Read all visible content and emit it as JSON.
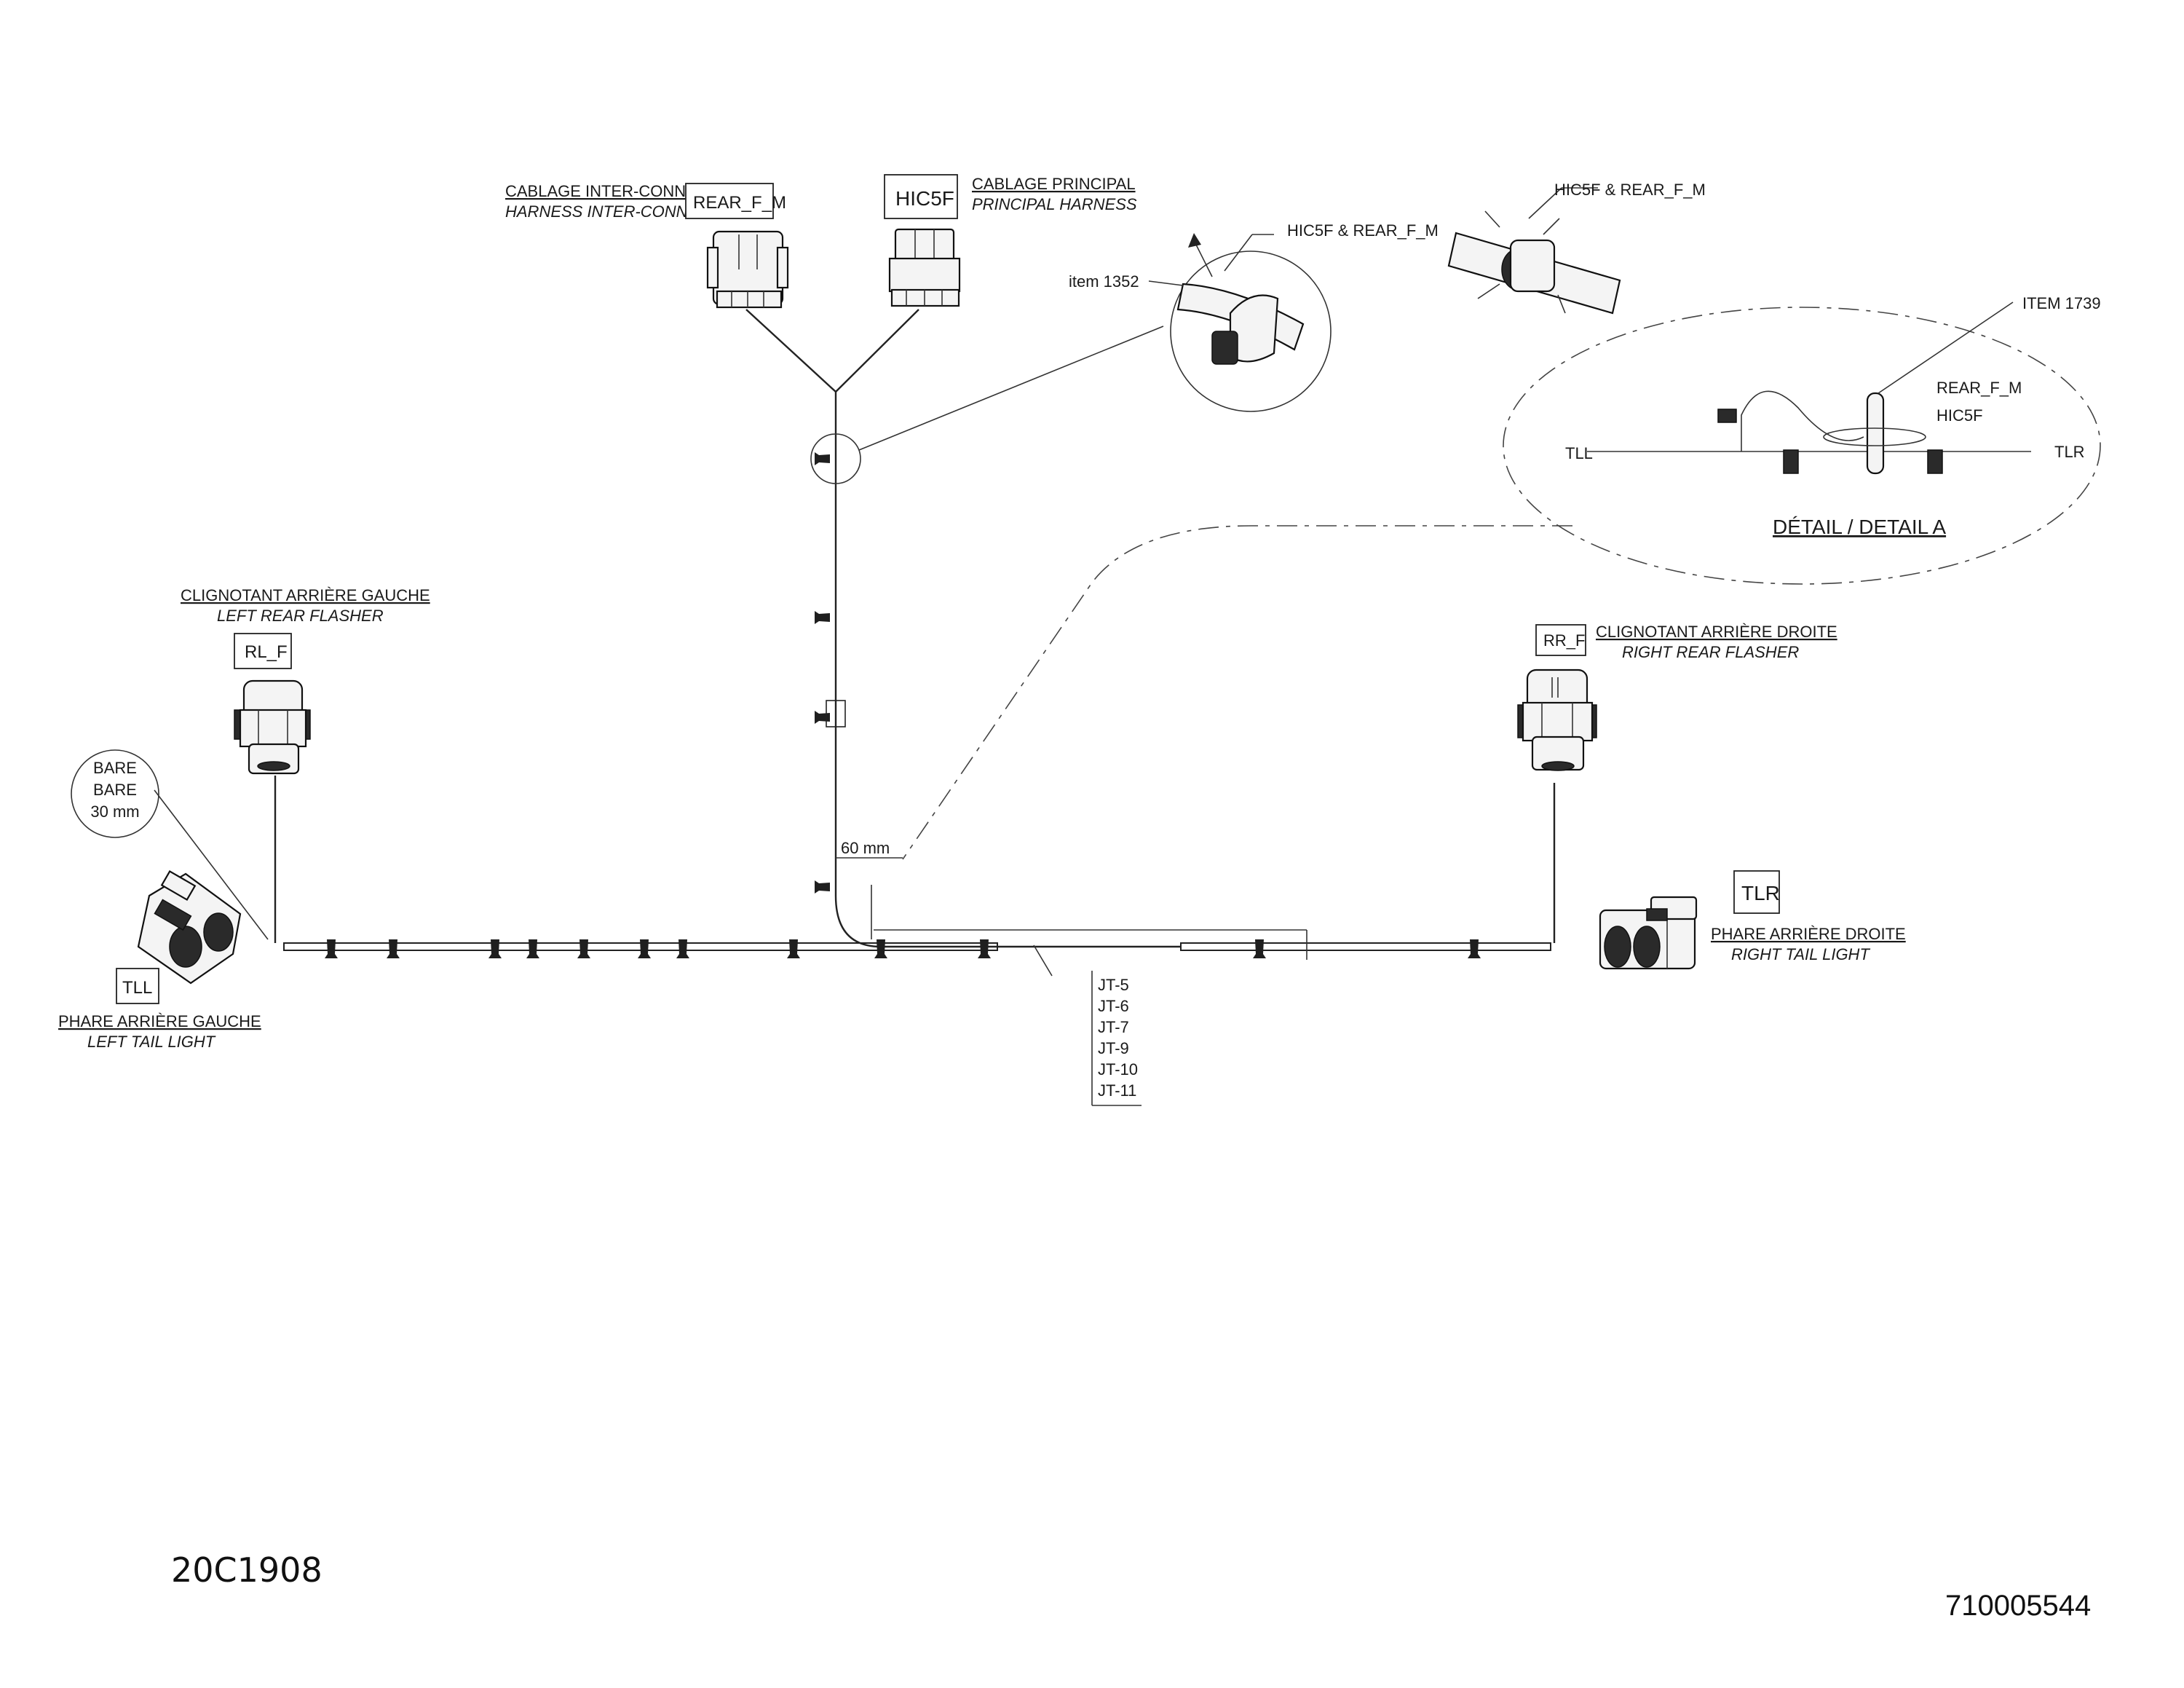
{
  "drawing_number": "20C1908",
  "part_number": "710005544",
  "connectors": {
    "rear_f_m": {
      "code": "REAR_F_M",
      "label_fr": "CABLAGE INTER-CONNECT",
      "label_en": "HARNESS INTER-CONNECT"
    },
    "hic5f": {
      "code": "HIC5F",
      "label_fr": "CABLAGE PRINCIPAL",
      "label_en": "PRINCIPAL HARNESS"
    },
    "rl_f": {
      "code": "RL_F",
      "label_fr": "CLIGNOTANT ARRIÈRE GAUCHE",
      "label_en": "LEFT REAR FLASHER"
    },
    "rr_f": {
      "code": "RR_F",
      "label_fr": "CLIGNOTANT ARRIÈRE DROITE",
      "label_en": "RIGHT REAR FLASHER"
    },
    "tll": {
      "code": "TLL",
      "label_fr": "PHARE ARRIÈRE GAUCHE",
      "label_en": "LEFT TAIL LIGHT"
    },
    "tlr": {
      "code": "TLR",
      "label_fr": "PHARE ARRIÈRE DROITE",
      "label_en": "RIGHT TAIL LIGHT"
    }
  },
  "bare_note": {
    "line1": "BARE",
    "line2": "BARE",
    "line3": "30 mm"
  },
  "callouts": {
    "item_1352": "item 1352",
    "hic5f_rear_1": "HIC5F & REAR_F_M",
    "hic5f_rear_2": "HIC5F & REAR_F_M",
    "item_1739": "ITEM 1739",
    "dim_60": "60 mm"
  },
  "detail_a": {
    "title": "DÉTAIL / DETAIL A",
    "left": "TLL",
    "right": "TLR",
    "rear": "REAR_F_M",
    "hic": "HIC5F"
  },
  "jt_list": [
    "JT-5",
    "JT-6",
    "JT-7",
    "JT-9",
    "JT-10",
    "JT-11"
  ]
}
